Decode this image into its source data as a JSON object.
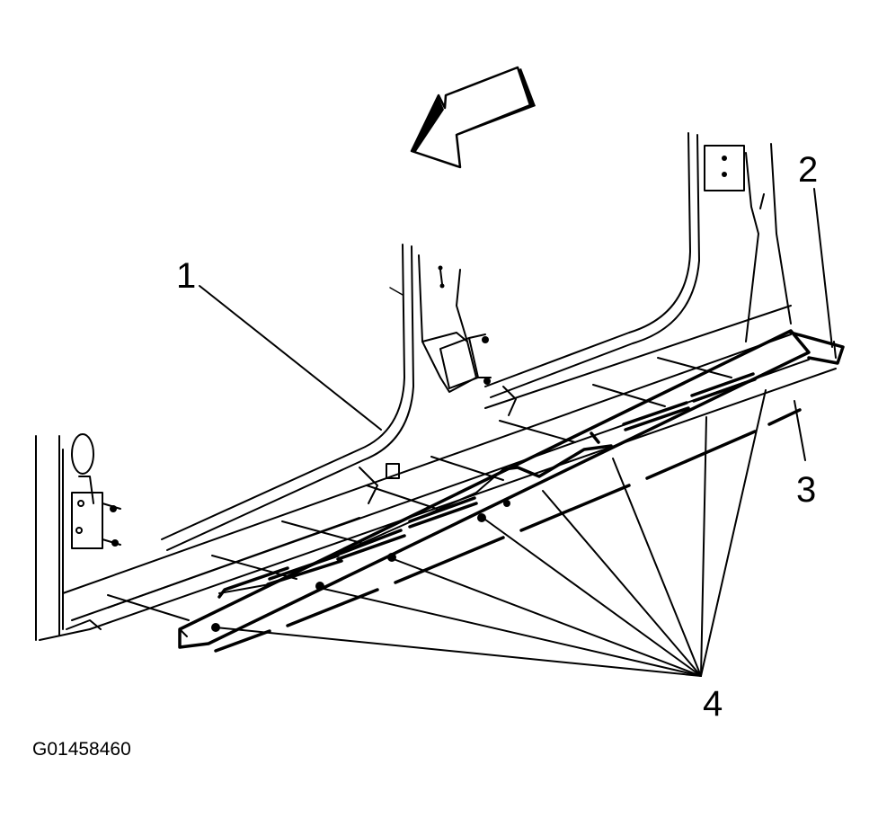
{
  "callouts": [
    {
      "id": "1",
      "label": "1"
    },
    {
      "id": "2",
      "label": "2"
    },
    {
      "id": "3",
      "label": "3"
    },
    {
      "id": "4",
      "label": "4"
    }
  ],
  "figure_id": "G01458460",
  "colors": {
    "ink": "#000000",
    "paper": "#ffffff"
  }
}
